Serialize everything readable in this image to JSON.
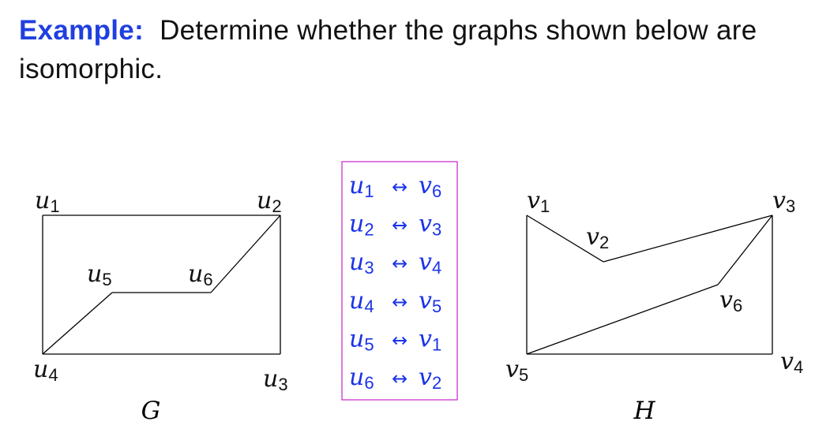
{
  "heading": {
    "keyword": "Example:",
    "text": "Determine whether the graphs shown below are isomorphic."
  },
  "colors": {
    "keyword": "#1f3fe0",
    "mapping_text": "#1a33e8",
    "mapping_border": "#cc33cc",
    "edge": "#000000"
  },
  "graph_g": {
    "name": "G",
    "vertices": [
      {
        "id": "u1",
        "var": "u",
        "sub": "1"
      },
      {
        "id": "u2",
        "var": "u",
        "sub": "2"
      },
      {
        "id": "u3",
        "var": "u",
        "sub": "3"
      },
      {
        "id": "u4",
        "var": "u",
        "sub": "4"
      },
      {
        "id": "u5",
        "var": "u",
        "sub": "5"
      },
      {
        "id": "u6",
        "var": "u",
        "sub": "6"
      }
    ],
    "edges": [
      [
        "u1",
        "u2"
      ],
      [
        "u2",
        "u3"
      ],
      [
        "u3",
        "u4"
      ],
      [
        "u4",
        "u1"
      ],
      [
        "u4",
        "u5"
      ],
      [
        "u5",
        "u6"
      ],
      [
        "u6",
        "u2"
      ]
    ]
  },
  "graph_h": {
    "name": "H",
    "vertices": [
      {
        "id": "v1",
        "var": "v",
        "sub": "1"
      },
      {
        "id": "v2",
        "var": "v",
        "sub": "2"
      },
      {
        "id": "v3",
        "var": "v",
        "sub": "3"
      },
      {
        "id": "v4",
        "var": "v",
        "sub": "4"
      },
      {
        "id": "v5",
        "var": "v",
        "sub": "5"
      },
      {
        "id": "v6",
        "var": "v",
        "sub": "6"
      }
    ],
    "edges": [
      [
        "v1",
        "v2"
      ],
      [
        "v2",
        "v3"
      ],
      [
        "v3",
        "v4"
      ],
      [
        "v4",
        "v5"
      ],
      [
        "v5",
        "v1"
      ],
      [
        "v5",
        "v6"
      ],
      [
        "v6",
        "v3"
      ]
    ]
  },
  "mapping": {
    "arrow": "↔",
    "pairs": [
      {
        "from_var": "u",
        "from_sub": "1",
        "to_var": "v",
        "to_sub": "6"
      },
      {
        "from_var": "u",
        "from_sub": "2",
        "to_var": "v",
        "to_sub": "3"
      },
      {
        "from_var": "u",
        "from_sub": "3",
        "to_var": "v",
        "to_sub": "4"
      },
      {
        "from_var": "u",
        "from_sub": "4",
        "to_var": "v",
        "to_sub": "5"
      },
      {
        "from_var": "u",
        "from_sub": "5",
        "to_var": "v",
        "to_sub": "1"
      },
      {
        "from_var": "u",
        "from_sub": "6",
        "to_var": "v",
        "to_sub": "2"
      }
    ]
  }
}
